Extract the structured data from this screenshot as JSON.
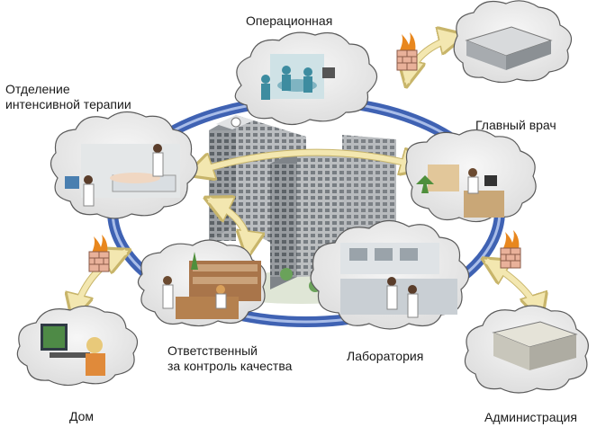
{
  "labels": {
    "operating_room": "Операционная",
    "icu": "Отделение\nинтенсивной терапии",
    "chief_physician": "Главный врач",
    "quality_control": "Ответственный\nза контроль качества",
    "laboratory": "Лаборатория",
    "home": "Дом",
    "administration": "Администрация"
  },
  "colors": {
    "ring": "#3f62b3",
    "ring_highlight": "#a9bde8",
    "arrow": "#f3e7b0",
    "arrow_stroke": "#c8b56a",
    "cloud": "#eeeeee",
    "cloud_stroke": "#5a5a5a",
    "firewall": "#e9b19a",
    "flame": "#e8871e"
  },
  "icons": [
    "hospital-building-icon",
    "firewall-icon",
    "remote-building-icon",
    "laptop-user-icon"
  ]
}
